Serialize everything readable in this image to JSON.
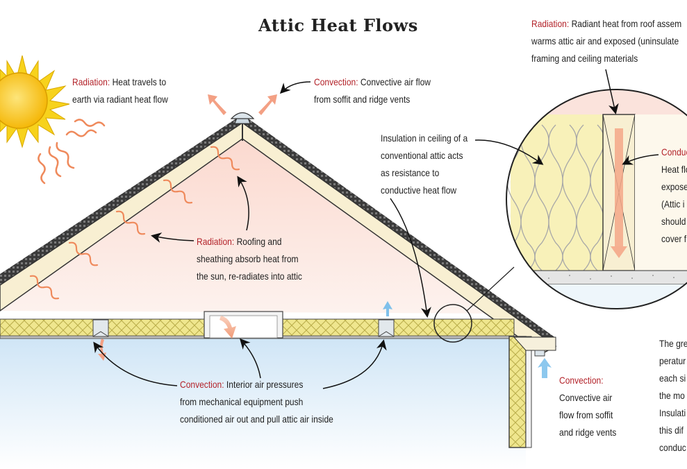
{
  "title": "Attic Heat Flows",
  "labels": {
    "sun_radiation": {
      "term": "Radiation:",
      "lines": [
        " Heat travels to",
        "earth via radiant heat flow"
      ]
    },
    "vent_convection": {
      "term": "Convection:",
      "lines": [
        " Convective air flow",
        "from soffit and ridge vents"
      ]
    },
    "ceiling_insulation": {
      "lines": [
        "Insulation in ceiling of a",
        "conventional attic acts",
        "as resistance to",
        "conductive heat flow"
      ]
    },
    "roof_radiation": {
      "term": "Radiation:",
      "lines": [
        " Roofing and",
        "sheathing absorb heat from",
        "the sun, re-radiates into attic"
      ]
    },
    "interior_convection": {
      "term": "Convection:",
      "lines": [
        " Interior air pressures",
        "from mechanical equipment push",
        "conditioned air out and pull attic air inside"
      ]
    },
    "soffit_convection": {
      "term": "Convection:",
      "lines": [
        "Convective air",
        "flow from soffit",
        "and ridge vents"
      ]
    },
    "detail_radiation": {
      "term": "Radiation:",
      "lines": [
        " Radiant heat from roof assem",
        "warms attic air and exposed (uninsulate",
        "framing and ceiling materials"
      ]
    },
    "detail_conduction": {
      "term": "Conduc",
      "lines": [
        "Heat flo",
        "expose",
        "(Attic i",
        "should",
        "cover f"
      ]
    },
    "temperature_note": {
      "lines": [
        "The gre",
        "peratur",
        "each si",
        "the mo",
        "Insulati",
        "this dif",
        "conduc"
      ]
    }
  },
  "colors": {
    "label_red": "#b3232a",
    "sky_blue": "#d6e9f7",
    "attic_pink": "#fbe3dc",
    "insulation_yellow": "#f2ea9a",
    "sun_yellow": "#f7c81f",
    "heat_orange": "#ef8a5c",
    "cool_blue": "#7fc0ea"
  }
}
